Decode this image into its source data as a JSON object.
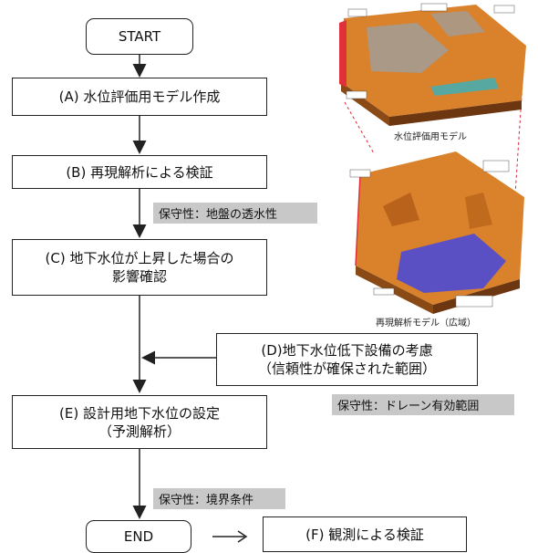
{
  "flow": {
    "start": "START",
    "step_a": "(A) 水位評価用モデル作成",
    "step_b": "(B) 再現解析による検証",
    "step_c_line1": "(C) 地下水位が上昇した場合の",
    "step_c_line2": "影響確認",
    "step_d_line1": "(D)地下水位低下設備の考慮",
    "step_d_line2": "（信頼性が確保された範囲）",
    "step_e_line1": "(E) 設計用地下水位の設定",
    "step_e_line2": "（予測解析）",
    "end": "END",
    "step_f": "(F) 観測による検証"
  },
  "notes": {
    "note_1": "保守性：地盤の透水性",
    "note_2": "保守性：ドレーン有効範囲",
    "note_3": "保守性：境界条件"
  },
  "images": {
    "top_model_caption": "水位評価用モデル",
    "bottom_model_caption": "再現解析モデル（広域）"
  },
  "colors": {
    "terrain": "#d9822b",
    "terrain_dark": "#8a4a16",
    "water": "#5b4fc4",
    "note_bg": "#c8c8c8"
  }
}
